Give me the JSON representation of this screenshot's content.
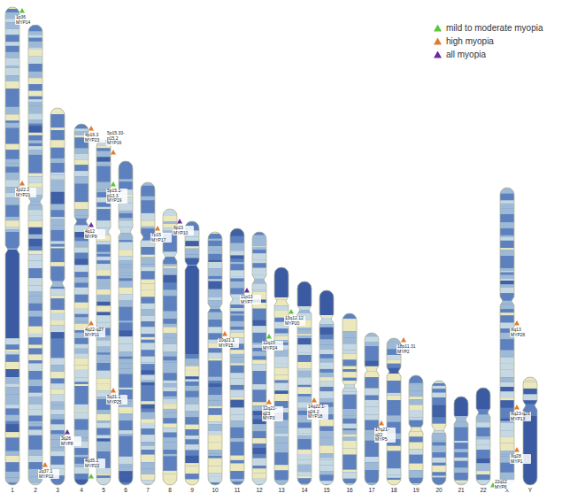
{
  "diagram": {
    "labels": [
      "1",
      "2",
      "3",
      "4",
      "5",
      "6",
      "7",
      "8",
      "9",
      "10",
      "11",
      "12",
      "13",
      "14",
      "15",
      "16",
      "17",
      "18",
      "19",
      "20",
      "21",
      "22",
      "X",
      "Y",
      "1p36 MYP14",
      "1p22.2 MYP21",
      "2q37.1 MYP12",
      "3q26 MYP8",
      "4p16.3 MYP23",
      "4q12 MYP9",
      "4q22-q27 MYP11",
      "4q35.1 MYP22",
      "5p15.33-p15.2 MYP16",
      "5p15.1-p13.3 MYP19",
      "5q31.1 MYP25",
      "7p15 MYP17",
      "8p23 MYP10",
      "10q21.1 MYP15",
      "11p13 MYP7",
      "12q15 MYP24",
      "12q21-q23 MYP3",
      "13q12.12 MYP20",
      "14q22.1-q24.2 MYP18",
      "17q21-q22 MYP5",
      "18p11.31 MYP2",
      "22q12 MYP6",
      "Xq13 MYP26",
      "Xq23-q25 MYP13",
      "Xq28 MYP1"
    ],
    "legend": [
      {
        "text": "mild to moderate myopia",
        "color": "#5cc53c"
      },
      {
        "text": "high myopia",
        "color": "#e07a2e"
      },
      {
        "text": "all myopia",
        "color": "#6a2a9a"
      }
    ]
  }
}
